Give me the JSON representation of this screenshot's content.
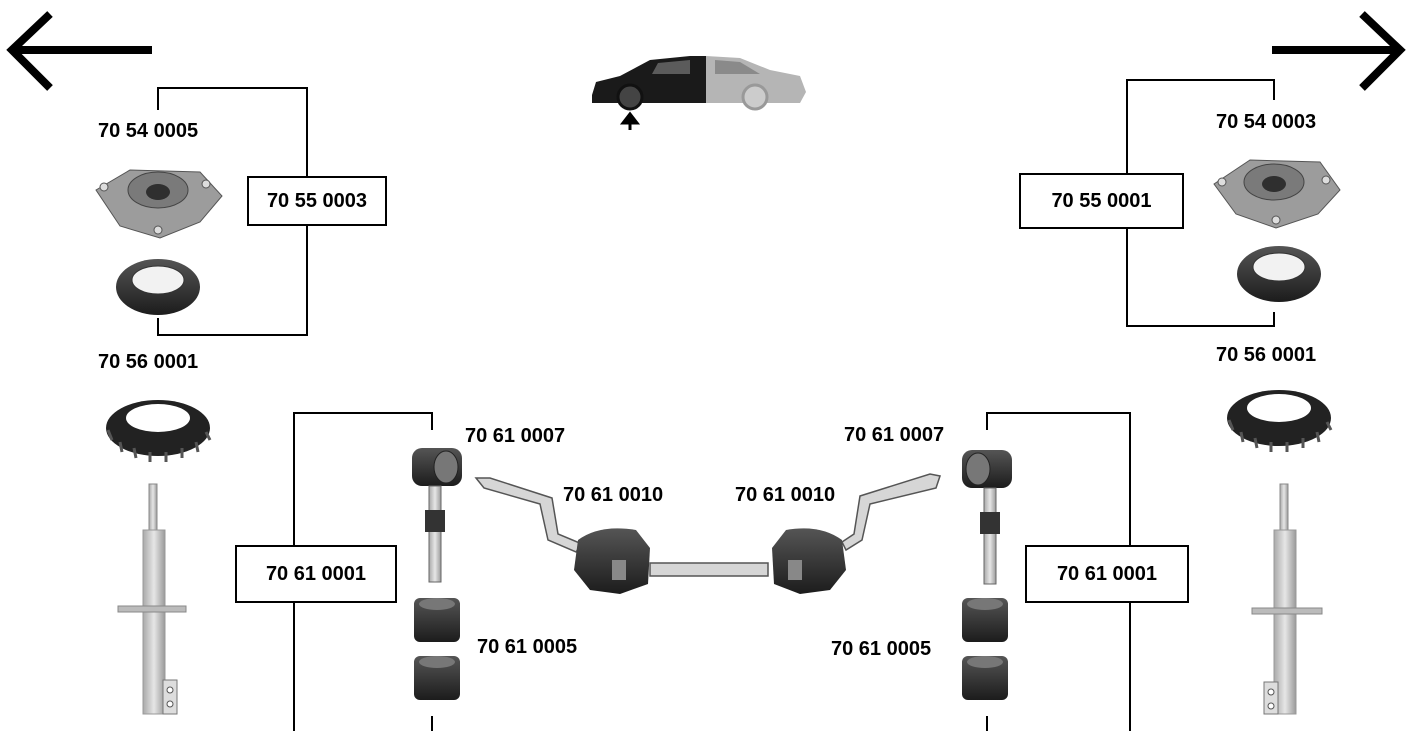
{
  "navigation": {
    "back_icon": "left-arrow-icon",
    "forward_icon": "right-arrow-icon"
  },
  "header": {
    "car_icon": "car-front-axle-icon",
    "indicator_icon": "up-arrow-icon"
  },
  "left_side": {
    "top_mount": "70 54 0005",
    "mount_kit": "70 55 0003",
    "spring_pad": "70 56 0001",
    "stabilizer_kit": "70 61 0001",
    "link": "70 61 0007",
    "bushing": "70 61 0010",
    "link_bushing": "70 61 0005"
  },
  "right_side": {
    "top_mount": "70 54 0003",
    "mount_kit": "70 55 0001",
    "spring_pad": "70 56 0001",
    "stabilizer_kit": "70 61 0001",
    "link": "70 61 0007",
    "bushing": "70 61 0010",
    "link_bushing": "70 61 0005"
  },
  "colors": {
    "line": "#000000",
    "part_dark": "#2b2b2b",
    "part_mid": "#8a8a8a",
    "part_light": "#cfcfcf",
    "car_dark": "#1a1a1a",
    "car_faded": "#b5b5b5"
  }
}
